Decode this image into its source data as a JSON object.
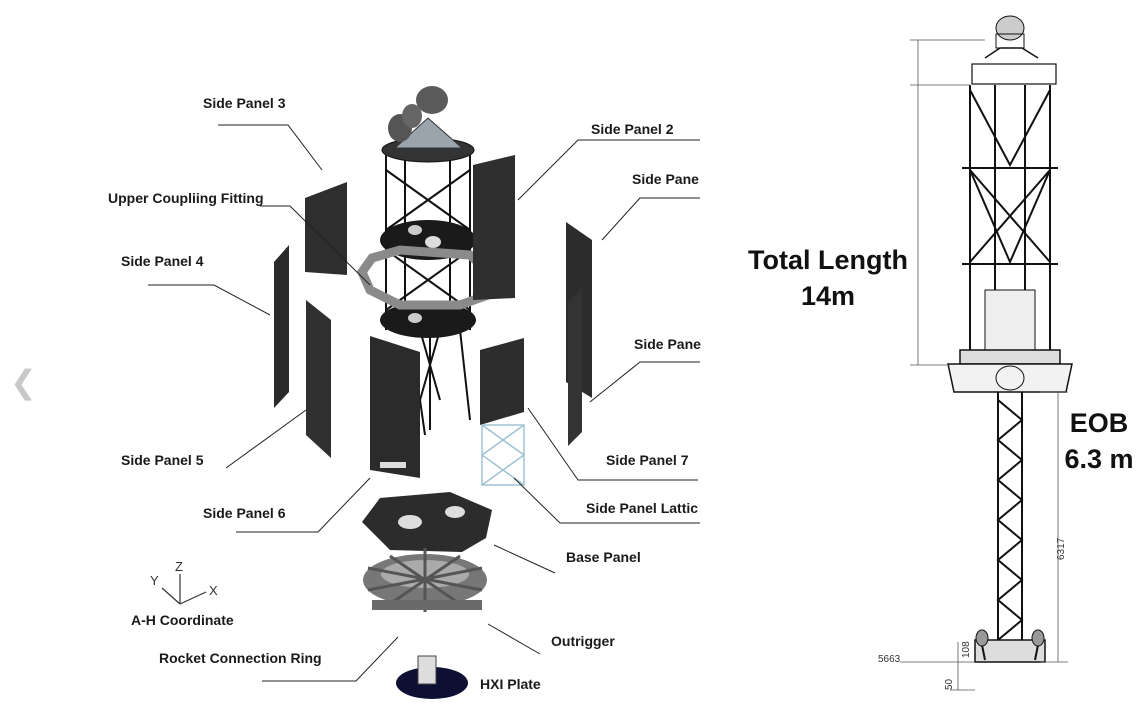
{
  "figure": {
    "left_labels": {
      "side_panel_3": "Side Panel 3",
      "upper_coupling_fitting": "Upper Coupliing Fitting",
      "side_panel_4": "Side Panel 4",
      "side_panel_5": "Side Panel 5",
      "side_panel_6": "Side Panel 6",
      "a_h_coordinate": "A-H Coordinate",
      "rocket_connection_ring": "Rocket Connection Ring"
    },
    "right_labels": {
      "side_panel_2": "Side Panel 2",
      "side_panel_1": "Side Pane",
      "side_panel_8": "Side Pane",
      "side_panel_7": "Side Panel 7",
      "side_panel_lattice": "Side Panel Lattic",
      "base_panel": "Base Panel",
      "outrigger": "Outrigger",
      "hxi_plate": "HXI Plate"
    },
    "axes": {
      "x": "X",
      "y": "Y",
      "z": "Z"
    },
    "annotations": {
      "total_length_line1": "Total Length",
      "total_length_line2": "14m",
      "eob_line1": "EOB",
      "eob_line2": "6.3 m"
    },
    "drawing_dims": {
      "extension_length": "6317",
      "base_width": "5663",
      "dim_108": "108",
      "dim_50": "50"
    }
  }
}
